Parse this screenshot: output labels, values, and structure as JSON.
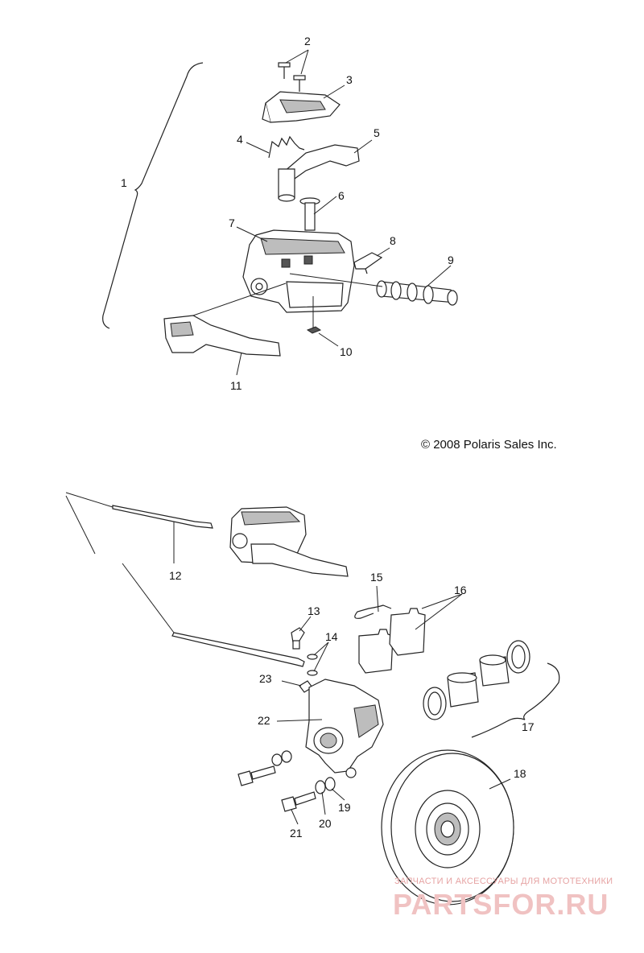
{
  "copyright": "© 2008 Polaris Sales Inc.",
  "watermark": {
    "tagline": "ЗАПЧАСТИ И АКСЕССУАРЫ ДЛЯ МОТОТЕХНИКИ",
    "logo": "PARTSFOR.RU"
  },
  "callouts": {
    "c1": "1",
    "c2": "2",
    "c3": "3",
    "c4": "4",
    "c5": "5",
    "c6": "6",
    "c7": "7",
    "c8": "8",
    "c9": "9",
    "c10": "10",
    "c11": "11",
    "c12": "12",
    "c13": "13",
    "c14": "14",
    "c15": "15",
    "c16": "16",
    "c17": "17",
    "c18": "18",
    "c19": "19",
    "c20": "20",
    "c21": "21",
    "c22": "22",
    "c23": "23"
  }
}
